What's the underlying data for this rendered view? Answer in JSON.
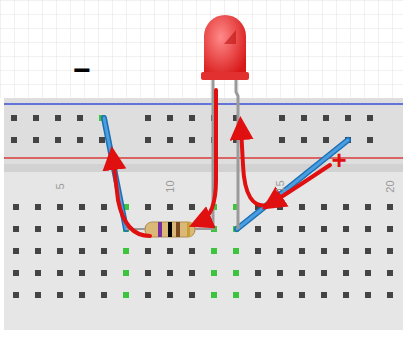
{
  "diagram": {
    "labels": [
      "−",
      "+",
      "5",
      "10",
      "15",
      "20"
    ]
  }
}
